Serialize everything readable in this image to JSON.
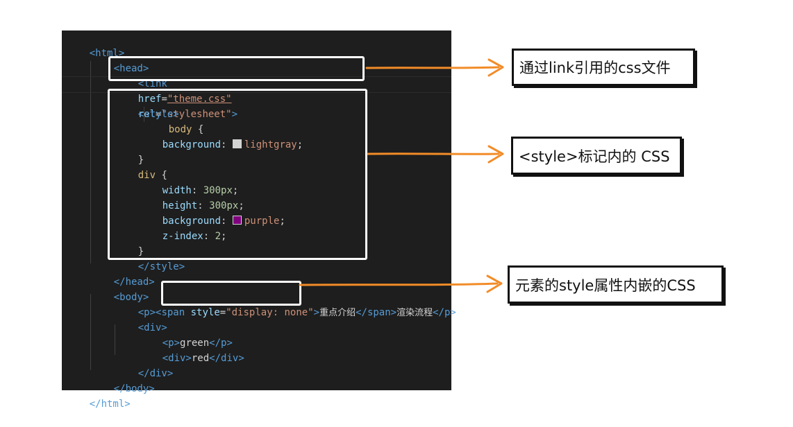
{
  "code": {
    "l1": "<html>",
    "l2": "<head>",
    "l3": {
      "open": "<link",
      "href_attr": "href",
      "href_val": "\"theme.css\"",
      "rel_attr": "rel",
      "rel_val": "\"stylesheet\"",
      "close": ">"
    },
    "l5": "<style>",
    "l6": {
      "sel": "body",
      "brace": " {"
    },
    "l7": {
      "prop": "background",
      "colon": ": ",
      "val": "lightgray",
      "end": ";",
      "swatch": "#d3d3d3"
    },
    "l8": "}",
    "l9": {
      "sel": "div",
      "brace": " {"
    },
    "l10": {
      "prop": "width",
      "colon": ": ",
      "val": "300px",
      "end": ";"
    },
    "l11": {
      "prop": "height",
      "colon": ": ",
      "val": "300px",
      "end": ";"
    },
    "l12": {
      "prop": "background",
      "colon": ": ",
      "val": "purple",
      "end": ";",
      "swatch": "#800080"
    },
    "l13": {
      "prop": "z-index",
      "colon": ": ",
      "val": "2",
      "end": ";"
    },
    "l14": "}",
    "l15": "</style>",
    "l16": "</head>",
    "l17": "<body>",
    "l18": {
      "p_open": "<p>",
      "span_open": "<span",
      "style_attr": "style",
      "style_val": "\"display: none\"",
      "gt": ">",
      "text1": "重点介绍",
      "span_close": "</span>",
      "text2": "渲染流程",
      "p_close": "</p>"
    },
    "l19": "<div>",
    "l20": {
      "open": "<p>",
      "text": "green",
      "close": "</p>"
    },
    "l21": {
      "open": "<div>",
      "text": "red",
      "close": "</div>"
    },
    "l22": "</div>",
    "l23": "</body>",
    "l24": "</html>"
  },
  "annotations": {
    "link": "通过link引用的css文件",
    "style_tag": "<style>标记内的 CSS",
    "inline": "元素的style属性内嵌的CSS"
  },
  "colors": {
    "arrow": "#f28c28",
    "editor_bg": "#1e1e1e",
    "frame": "#ffffff"
  }
}
